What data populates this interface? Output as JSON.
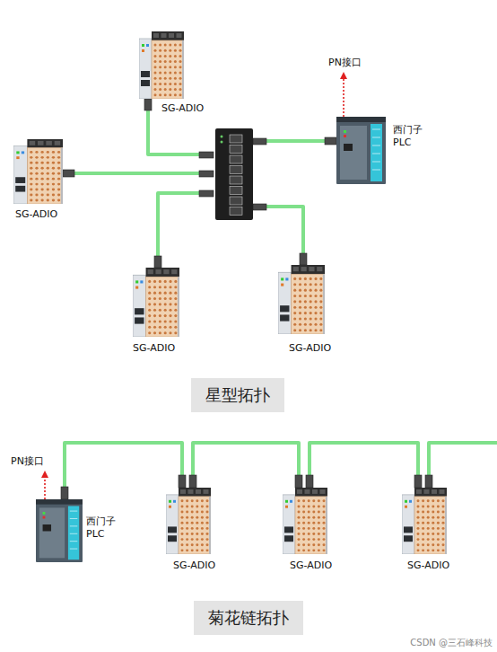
{
  "diagram": {
    "nodes": [
      {
        "text": [
          "SG-ADIO"
        ]
      },
      {
        "text": [
          "西门子 PLC"
        ]
      },
      {
        "text": [
          "SG-ADIO"
        ]
      },
      {
        "text": [
          "SG-ADIO"
        ]
      },
      {
        "text": [
          "SG-ADIO"
        ]
      },
      {
        "text": [
          "星型拓扑"
        ]
      },
      {
        "text": [
          "西门子 PLC"
        ]
      },
      {
        "text": [
          "SG-ADIO"
        ]
      },
      {
        "text": [
          "SG-ADIO"
        ]
      },
      {
        "text": [
          "SG-ADIO"
        ]
      },
      {
        "text": [
          "菊花链拓扑"
        ]
      }
    ],
    "edges": [
      {
        "from": 6,
        "to": 7,
        "arrow": "none"
      },
      {
        "from": 7,
        "to": 8,
        "arrow": "none"
      },
      {
        "from": 8,
        "to": 9,
        "arrow": "none"
      }
    ],
    "labels": [
      "PN接口",
      "PN接口",
      "CSDN @三石峰科技"
    ]
  }
}
